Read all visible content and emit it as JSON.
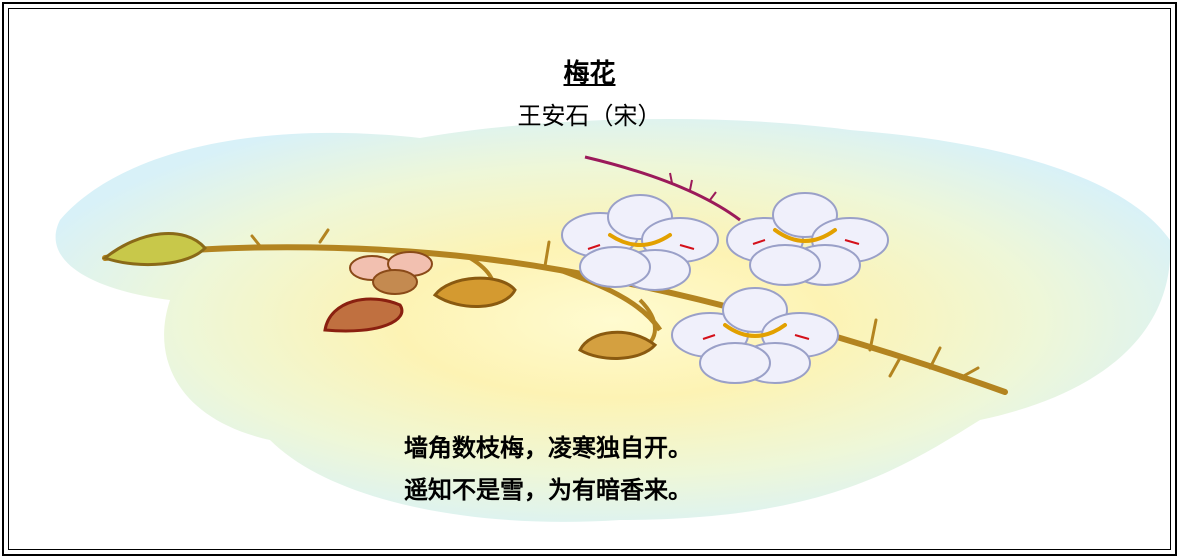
{
  "poem": {
    "title": "梅花",
    "author": "王安石（宋）",
    "lines": [
      "墙角数枝梅，凌寒独自开。",
      "遥知不是雪，为有暗香来。"
    ]
  },
  "colors": {
    "glow_center": "#fff8c8",
    "glow_edge": "#d8f2f8",
    "branch": "#b38420",
    "petal": "#f0f0fb",
    "stamen": "#f3c91a",
    "thorn_stem": "#9b1a5a"
  },
  "illustration": {
    "icon": "plum-blossom-branch-icon"
  }
}
